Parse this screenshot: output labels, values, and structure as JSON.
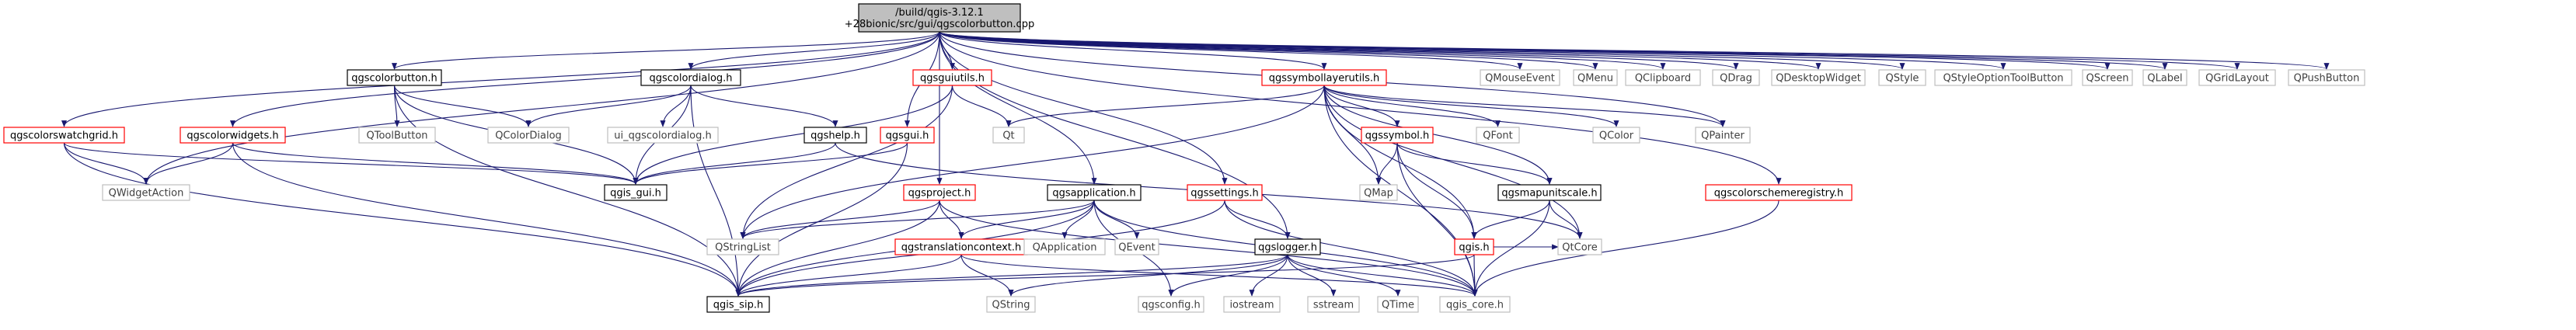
{
  "colors": {
    "root_fill": "#bfbfbf",
    "box_stroke_black": "#000000",
    "box_stroke_red": "#ff0000",
    "box_stroke_gray": "#bfbfbf",
    "text_dark": "#000000",
    "text_gray": "#404040",
    "edge": "#191970"
  },
  "nodes": [
    {
      "id": "root",
      "lines": [
        "/build/qgis-3.12.1",
        "+28bionic/src/gui/qgscolorbutton.cpp"
      ],
      "style": "root"
    },
    {
      "id": "qgscolorswatchgrid",
      "lines": [
        "qgscolorswatchgrid.h"
      ],
      "style": "red"
    },
    {
      "id": "qgscolorbutton",
      "lines": [
        "qgscolorbutton.h"
      ],
      "style": "black"
    },
    {
      "id": "qgscolorwidgets",
      "lines": [
        "qgscolorwidgets.h"
      ],
      "style": "red"
    },
    {
      "id": "qgscolordialog",
      "lines": [
        "qgscolordialog.h"
      ],
      "style": "black"
    },
    {
      "id": "qgsguiutils",
      "lines": [
        "qgsguiutils.h"
      ],
      "style": "red"
    },
    {
      "id": "qgssymbollayerutils",
      "lines": [
        "qgssymbollayerutils.h"
      ],
      "style": "red"
    },
    {
      "id": "QMouseEvent",
      "lines": [
        "QMouseEvent"
      ],
      "style": "gray"
    },
    {
      "id": "QMenu",
      "lines": [
        "QMenu"
      ],
      "style": "gray"
    },
    {
      "id": "QClipboard",
      "lines": [
        "QClipboard"
      ],
      "style": "gray"
    },
    {
      "id": "QDrag",
      "lines": [
        "QDrag"
      ],
      "style": "gray"
    },
    {
      "id": "QDesktopWidget",
      "lines": [
        "QDesktopWidget"
      ],
      "style": "gray"
    },
    {
      "id": "QStyle",
      "lines": [
        "QStyle"
      ],
      "style": "gray"
    },
    {
      "id": "QStyleOptionToolButton",
      "lines": [
        "QStyleOptionToolButton"
      ],
      "style": "gray"
    },
    {
      "id": "QScreen",
      "lines": [
        "QScreen"
      ],
      "style": "gray"
    },
    {
      "id": "QLabel",
      "lines": [
        "QLabel"
      ],
      "style": "gray"
    },
    {
      "id": "QGridLayout",
      "lines": [
        "QGridLayout"
      ],
      "style": "gray"
    },
    {
      "id": "QPushButton",
      "lines": [
        "QPushButton"
      ],
      "style": "gray"
    },
    {
      "id": "QToolButton",
      "lines": [
        "QToolButton"
      ],
      "style": "gray"
    },
    {
      "id": "QColorDialog",
      "lines": [
        "QColorDialog"
      ],
      "style": "gray"
    },
    {
      "id": "ui_qgscolordialog",
      "lines": [
        "ui_qgscolordialog.h"
      ],
      "style": "gray"
    },
    {
      "id": "qgshelp",
      "lines": [
        "qgshelp.h"
      ],
      "style": "black"
    },
    {
      "id": "qgsgui",
      "lines": [
        "qgsgui.h"
      ],
      "style": "red"
    },
    {
      "id": "Qt",
      "lines": [
        "Qt"
      ],
      "style": "gray"
    },
    {
      "id": "qgssymbol",
      "lines": [
        "qgssymbol.h"
      ],
      "style": "red"
    },
    {
      "id": "QFont",
      "lines": [
        "QFont"
      ],
      "style": "gray"
    },
    {
      "id": "QColor",
      "lines": [
        "QColor"
      ],
      "style": "gray"
    },
    {
      "id": "QPainter",
      "lines": [
        "QPainter"
      ],
      "style": "gray"
    },
    {
      "id": "qgscolorschemeregistry",
      "lines": [
        "qgscolorschemeregistry.h"
      ],
      "style": "red"
    },
    {
      "id": "QWidgetAction",
      "lines": [
        "QWidgetAction"
      ],
      "style": "gray"
    },
    {
      "id": "qgis_gui",
      "lines": [
        "qgis_gui.h"
      ],
      "style": "black"
    },
    {
      "id": "qgsproject",
      "lines": [
        "qgsproject.h"
      ],
      "style": "red"
    },
    {
      "id": "qgsapplication",
      "lines": [
        "qgsapplication.h"
      ],
      "style": "black"
    },
    {
      "id": "qgssettings",
      "lines": [
        "qgssettings.h"
      ],
      "style": "red"
    },
    {
      "id": "QMap",
      "lines": [
        "QMap"
      ],
      "style": "gray"
    },
    {
      "id": "qgsmapunitscale",
      "lines": [
        "qgsmapunitscale.h"
      ],
      "style": "black"
    },
    {
      "id": "qgis",
      "lines": [
        "qgis.h"
      ],
      "style": "red"
    },
    {
      "id": "QCore",
      "lines": [
        "QtCore"
      ],
      "style": "gray"
    },
    {
      "id": "QStringList",
      "lines": [
        "QStringList"
      ],
      "style": "gray"
    },
    {
      "id": "qgstranslationcontext",
      "lines": [
        "qgstranslationcontext.h"
      ],
      "style": "red"
    },
    {
      "id": "QApplication",
      "lines": [
        "QApplication"
      ],
      "style": "gray"
    },
    {
      "id": "QEvent",
      "lines": [
        "QEvent"
      ],
      "style": "gray"
    },
    {
      "id": "qgslogger",
      "lines": [
        "qgslogger.h"
      ],
      "style": "black"
    },
    {
      "id": "qgis_sip",
      "lines": [
        "qgis_sip.h"
      ],
      "style": "black"
    },
    {
      "id": "QString",
      "lines": [
        "QString"
      ],
      "style": "gray"
    },
    {
      "id": "qgsconfig",
      "lines": [
        "qgsconfig.h"
      ],
      "style": "gray"
    },
    {
      "id": "iostream",
      "lines": [
        "iostream"
      ],
      "style": "gray"
    },
    {
      "id": "sstream",
      "lines": [
        "sstream"
      ],
      "style": "gray"
    },
    {
      "id": "QTime",
      "lines": [
        "QTime"
      ],
      "style": "gray"
    },
    {
      "id": "qgis_core",
      "lines": [
        "qgis_core.h"
      ],
      "style": "gray"
    }
  ],
  "edges": [
    [
      "root",
      "qgscolorswatchgrid"
    ],
    [
      "root",
      "qgscolorbutton"
    ],
    [
      "root",
      "qgscolorwidgets"
    ],
    [
      "root",
      "qgscolordialog"
    ],
    [
      "root",
      "qgsguiutils"
    ],
    [
      "root",
      "qgssymbollayerutils"
    ],
    [
      "root",
      "QMouseEvent"
    ],
    [
      "root",
      "QMenu"
    ],
    [
      "root",
      "QClipboard"
    ],
    [
      "root",
      "QDrag"
    ],
    [
      "root",
      "QDesktopWidget"
    ],
    [
      "root",
      "QStyle"
    ],
    [
      "root",
      "QStyleOptionToolButton"
    ],
    [
      "root",
      "QScreen"
    ],
    [
      "root",
      "QLabel"
    ],
    [
      "root",
      "QGridLayout"
    ],
    [
      "root",
      "QPushButton"
    ],
    [
      "root",
      "qgsgui"
    ],
    [
      "root",
      "qgsproject"
    ],
    [
      "root",
      "qgsapplication"
    ],
    [
      "root",
      "qgssettings"
    ],
    [
      "root",
      "qgscolorschemeregistry"
    ],
    [
      "root",
      "QPainter"
    ],
    [
      "root",
      "qgslogger"
    ],
    [
      "root",
      "QWidgetAction"
    ],
    [
      "qgscolorswatchgrid",
      "QWidgetAction"
    ],
    [
      "qgscolorswatchgrid",
      "qgis_gui"
    ],
    [
      "qgscolorswatchgrid",
      "qgis_sip"
    ],
    [
      "qgscolorbutton",
      "QToolButton"
    ],
    [
      "qgscolorbutton",
      "QColorDialog"
    ],
    [
      "qgscolorbutton",
      "qgis_gui"
    ],
    [
      "qgscolorbutton",
      "qgis_sip"
    ],
    [
      "qgscolorwidgets",
      "QWidgetAction"
    ],
    [
      "qgscolorwidgets",
      "qgis_gui"
    ],
    [
      "qgscolorwidgets",
      "qgis_sip"
    ],
    [
      "qgscolordialog",
      "QColorDialog"
    ],
    [
      "qgscolordialog",
      "ui_qgscolordialog"
    ],
    [
      "qgscolordialog",
      "qgshelp"
    ],
    [
      "qgscolordialog",
      "qgis_gui"
    ],
    [
      "qgscolordialog",
      "qgis_sip"
    ],
    [
      "qgshelp",
      "qgis_gui"
    ],
    [
      "qgshelp",
      "QCore"
    ],
    [
      "qgsguiutils",
      "qgis_gui"
    ],
    [
      "qgsguiutils",
      "Qt"
    ],
    [
      "qgsguiutils",
      "QStringList"
    ],
    [
      "qgsgui",
      "qgis_gui"
    ],
    [
      "qgsgui",
      "qgis_sip"
    ],
    [
      "qgssymbollayerutils",
      "Qt"
    ],
    [
      "qgssymbollayerutils",
      "QFont"
    ],
    [
      "qgssymbollayerutils",
      "QColor"
    ],
    [
      "qgssymbollayerutils",
      "QPainter"
    ],
    [
      "qgssymbollayerutils",
      "qgssymbol"
    ],
    [
      "qgssymbollayerutils",
      "QMap"
    ],
    [
      "qgssymbollayerutils",
      "qgsmapunitscale"
    ],
    [
      "qgssymbollayerutils",
      "qgis"
    ],
    [
      "qgssymbollayerutils",
      "QCore"
    ],
    [
      "qgssymbollayerutils",
      "QStringList"
    ],
    [
      "qgssymbollayerutils",
      "qgis_core"
    ],
    [
      "qgssymbol",
      "QMap"
    ],
    [
      "qgssymbol",
      "qgsmapunitscale"
    ],
    [
      "qgssymbol",
      "qgis"
    ],
    [
      "qgssymbol",
      "qgis_core"
    ],
    [
      "qgsmapunitscale",
      "qgis"
    ],
    [
      "qgsmapunitscale",
      "QCore"
    ],
    [
      "qgsmapunitscale",
      "qgis_core"
    ],
    [
      "qgis",
      "qgis_sip"
    ],
    [
      "qgis",
      "qgis_core"
    ],
    [
      "qgis",
      "QCore"
    ],
    [
      "qgsproject",
      "QStringList"
    ],
    [
      "qgsproject",
      "qgstranslationcontext"
    ],
    [
      "qgsproject",
      "qgis_sip"
    ],
    [
      "qgsproject",
      "qgis_core"
    ],
    [
      "qgsapplication",
      "QStringList"
    ],
    [
      "qgsapplication",
      "qgstranslationcontext"
    ],
    [
      "qgsapplication",
      "QApplication"
    ],
    [
      "qgsapplication",
      "QEvent"
    ],
    [
      "qgsapplication",
      "qgsconfig"
    ],
    [
      "qgsapplication",
      "qgis_sip"
    ],
    [
      "qgsapplication",
      "qgis_core"
    ],
    [
      "qgstranslationcontext",
      "QString"
    ],
    [
      "qgstranslationcontext",
      "qgis_sip"
    ],
    [
      "qgstranslationcontext",
      "qgis_core"
    ],
    [
      "qgssettings",
      "qgslogger"
    ],
    [
      "qgssettings",
      "qgis_sip"
    ],
    [
      "qgssettings",
      "qgis_core"
    ],
    [
      "qgslogger",
      "iostream"
    ],
    [
      "qgslogger",
      "sstream"
    ],
    [
      "qgslogger",
      "QString"
    ],
    [
      "qgslogger",
      "QTime"
    ],
    [
      "qgslogger",
      "qgsconfig"
    ],
    [
      "qgslogger",
      "qgis_sip"
    ],
    [
      "qgslogger",
      "qgis_core"
    ],
    [
      "qgscolorschemeregistry",
      "qgis_core"
    ]
  ]
}
